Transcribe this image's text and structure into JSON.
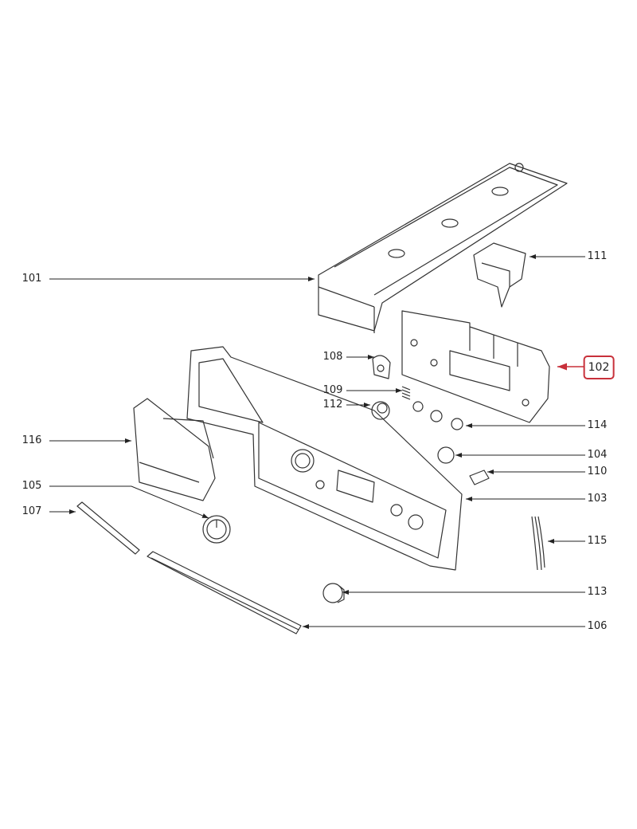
{
  "diagram": {
    "type": "exploded-parts-diagram",
    "highlight_color": "#c8303a",
    "highlighted_part": "102",
    "parts": [
      {
        "id": "p101",
        "label": "101"
      },
      {
        "id": "p111",
        "label": "111"
      },
      {
        "id": "p102",
        "label": "102"
      },
      {
        "id": "p108",
        "label": "108"
      },
      {
        "id": "p109",
        "label": "109"
      },
      {
        "id": "p112",
        "label": "112"
      },
      {
        "id": "p114",
        "label": "114"
      },
      {
        "id": "p116",
        "label": "116"
      },
      {
        "id": "p104",
        "label": "104"
      },
      {
        "id": "p105",
        "label": "105"
      },
      {
        "id": "p110",
        "label": "110"
      },
      {
        "id": "p107",
        "label": "107"
      },
      {
        "id": "p103",
        "label": "103"
      },
      {
        "id": "p115",
        "label": "115"
      },
      {
        "id": "p113",
        "label": "113"
      },
      {
        "id": "p106",
        "label": "106"
      }
    ]
  }
}
